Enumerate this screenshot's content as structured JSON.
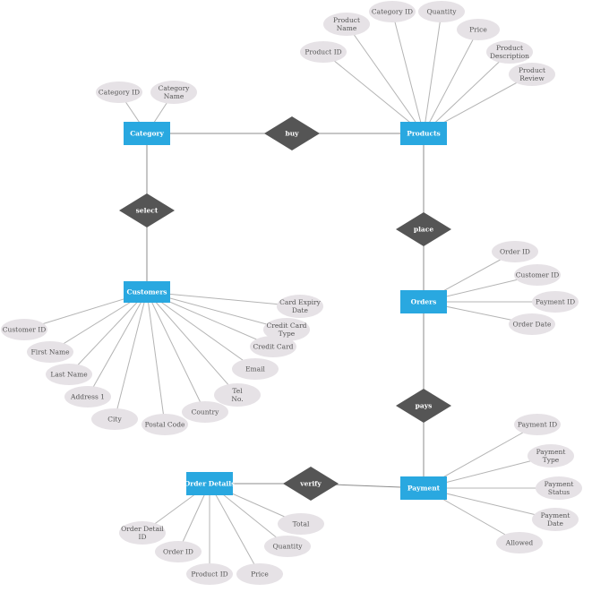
{
  "entities": {
    "category": "Category",
    "products": "Products",
    "customers": "Customers",
    "orders": "Orders",
    "payment": "Payment",
    "order_details": "Order  Details"
  },
  "relationships": {
    "buy": "buy",
    "select": "select",
    "place": "place",
    "pays": "pays",
    "verify": "verify"
  },
  "attributes": {
    "products_product_name": [
      "Product",
      "Name"
    ],
    "products_category_id": [
      "Category  ID"
    ],
    "products_quantity": [
      "Quantity"
    ],
    "products_price": [
      "Price"
    ],
    "products_product_id": [
      "Product  ID"
    ],
    "products_product_description": [
      "Product",
      "Description"
    ],
    "products_product_review": [
      "Product",
      "Review"
    ],
    "category_category_id": [
      "Category  ID"
    ],
    "category_category_name": [
      "Category",
      "Name"
    ],
    "orders_order_id": [
      "Order  ID"
    ],
    "orders_customer_id": [
      "Customer  ID"
    ],
    "orders_payment_id": [
      "Payment  ID"
    ],
    "orders_order_date": [
      "Order Date"
    ],
    "customers_card_expiry_date": [
      "Card Expiry",
      "Date"
    ],
    "customers_credit_card_type": [
      "Credit Card",
      "Type"
    ],
    "customers_credit_card": [
      "Credit Card"
    ],
    "customers_email": [
      "Email"
    ],
    "customers_tel_no": [
      "Tel",
      "No."
    ],
    "customers_country": [
      "Country"
    ],
    "customers_postal_code": [
      "Postal  Code"
    ],
    "customers_city": [
      "City"
    ],
    "customers_address_1": [
      "Address  1"
    ],
    "customers_last_name": [
      "Last Name"
    ],
    "customers_first_name": [
      "First Name"
    ],
    "customers_customer_id": [
      "Customer  ID"
    ],
    "payment_payment_id": [
      "Payment  ID"
    ],
    "payment_payment_type": [
      "Payment",
      "Type"
    ],
    "payment_payment_status": [
      "Payment",
      "Status"
    ],
    "payment_payment_date": [
      "Payment",
      "Date"
    ],
    "payment_allowed": [
      "Allowed"
    ],
    "order_details_total": [
      "Total"
    ],
    "order_details_quantity": [
      "Quantity"
    ],
    "order_details_price": [
      "Price"
    ],
    "order_details_product_id": [
      "Product  ID"
    ],
    "order_details_order_id": [
      "Order  ID"
    ],
    "order_details_order_detail_id": [
      "Order Detail",
      "ID"
    ]
  },
  "colors": {
    "entity": "#29a8e0",
    "relationship": "#555555",
    "attribute": "#e6e2e6",
    "line": "#b4b4b4"
  }
}
